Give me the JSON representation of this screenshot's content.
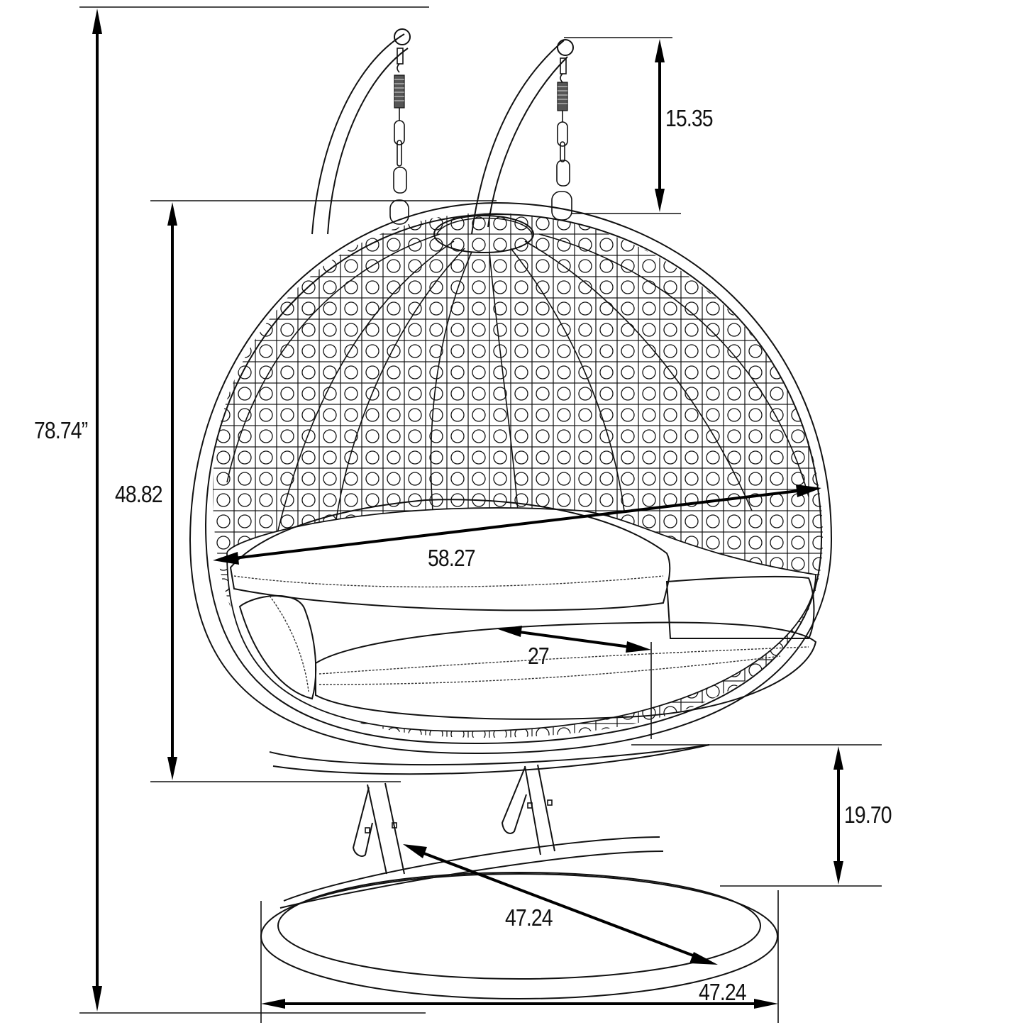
{
  "drawing": {
    "subject": "Double egg hanging swing chair with stand",
    "colors": {
      "line": "#111111",
      "background": "#ffffff"
    }
  },
  "dimensions": {
    "overall_height": {
      "label": "78.74”",
      "orientation": "vertical"
    },
    "egg_height": {
      "label": "48.82",
      "orientation": "vertical"
    },
    "hanger_drop": {
      "label": "15.35",
      "orientation": "vertical"
    },
    "egg_width": {
      "label": "58.27",
      "orientation": "horizontal-diagonal"
    },
    "seat_depth": {
      "label": "27",
      "orientation": "diagonal"
    },
    "seat_clearance": {
      "label": "19.70",
      "orientation": "vertical"
    },
    "base_depth": {
      "label": "47.24",
      "orientation": "diagonal"
    },
    "base_width": {
      "label": "47.24",
      "orientation": "horizontal"
    }
  }
}
